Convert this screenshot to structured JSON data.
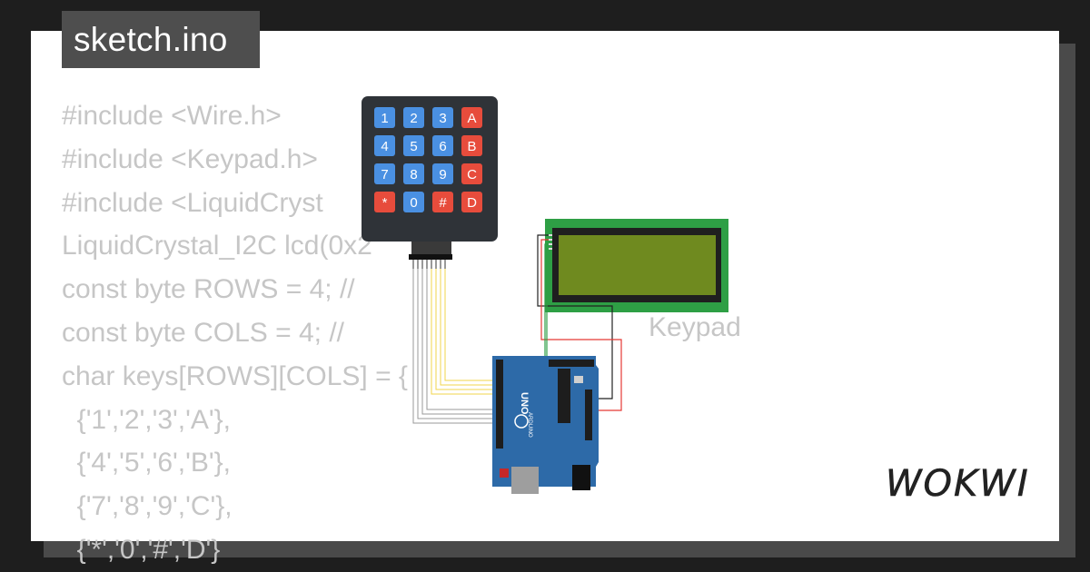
{
  "tab": {
    "filename": "sketch.ino"
  },
  "code_lines": [
    "#include <Wire.h>",
    "#include <Keypad.h>",
    "#include <LiquidCryst",
    "LiquidCrystal_I2C lcd(0x2",
    "const byte ROWS = 4; //",
    "const byte COLS = 4; //",
    "char keys[ROWS][COLS] = {",
    "  {'1','2','3','A'},",
    "  {'4','5','6','B'},",
    "  {'7','8','9','C'},",
    "  {'*','0','#','D'}"
  ],
  "overlay": {
    "label": "Keypad"
  },
  "keypad": {
    "keys": [
      "1",
      "2",
      "3",
      "A",
      "4",
      "5",
      "6",
      "B",
      "7",
      "8",
      "9",
      "C",
      "*",
      "0",
      "#",
      "D"
    ],
    "colors": {
      "number": "#4a90e2",
      "letter": "#e74c3c",
      "body": "#2f3338"
    }
  },
  "lcd": {
    "colors": {
      "pcb": "#2e9f45",
      "screen": "#6f8a1f"
    }
  },
  "arduino": {
    "board_text": "UNO",
    "brand_text": "ARDUINO",
    "colors": {
      "pcb": "#2d6aa8"
    }
  },
  "wire_colors": {
    "yellow": "#f2d64b",
    "gray": "#9a9a9a",
    "red": "#e53935",
    "black": "#222222",
    "green": "#2e9f45"
  },
  "brand": {
    "logo": "WOKWI"
  }
}
